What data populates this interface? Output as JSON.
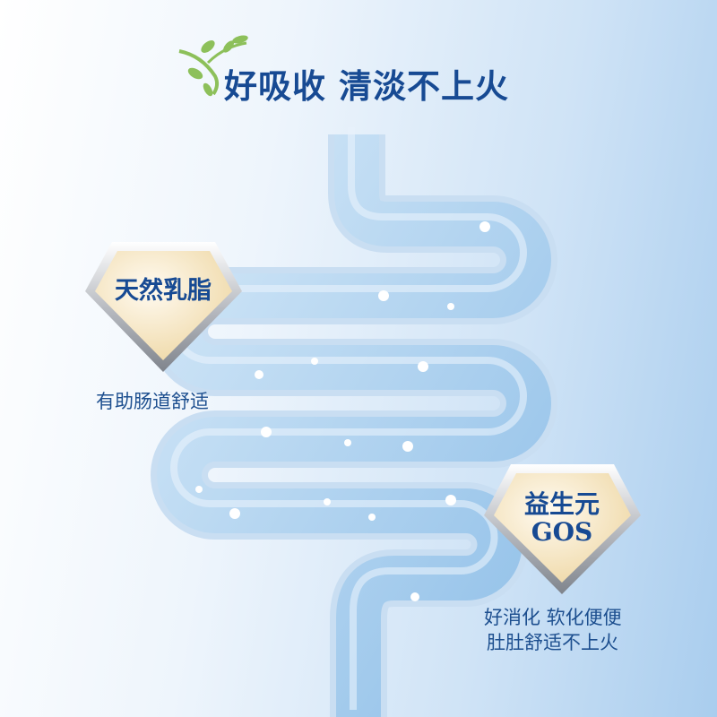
{
  "headline": {
    "part1": "好吸收",
    "part2": "清淡不上火"
  },
  "badges": [
    {
      "label": "天然乳脂",
      "caption": [
        "有助肠道舒适"
      ]
    },
    {
      "label_line1": "益生元",
      "label_line2": "GOS",
      "caption": [
        "好消化 软化便便",
        "肚肚舒适不上火"
      ]
    }
  ],
  "colors": {
    "headline": "#174a93",
    "leaf": "#8dc05a",
    "tube": "#9cc8ec",
    "badge_fill": "#f8ebcf"
  },
  "icons": {
    "decor": "leaf-branch-icon"
  }
}
